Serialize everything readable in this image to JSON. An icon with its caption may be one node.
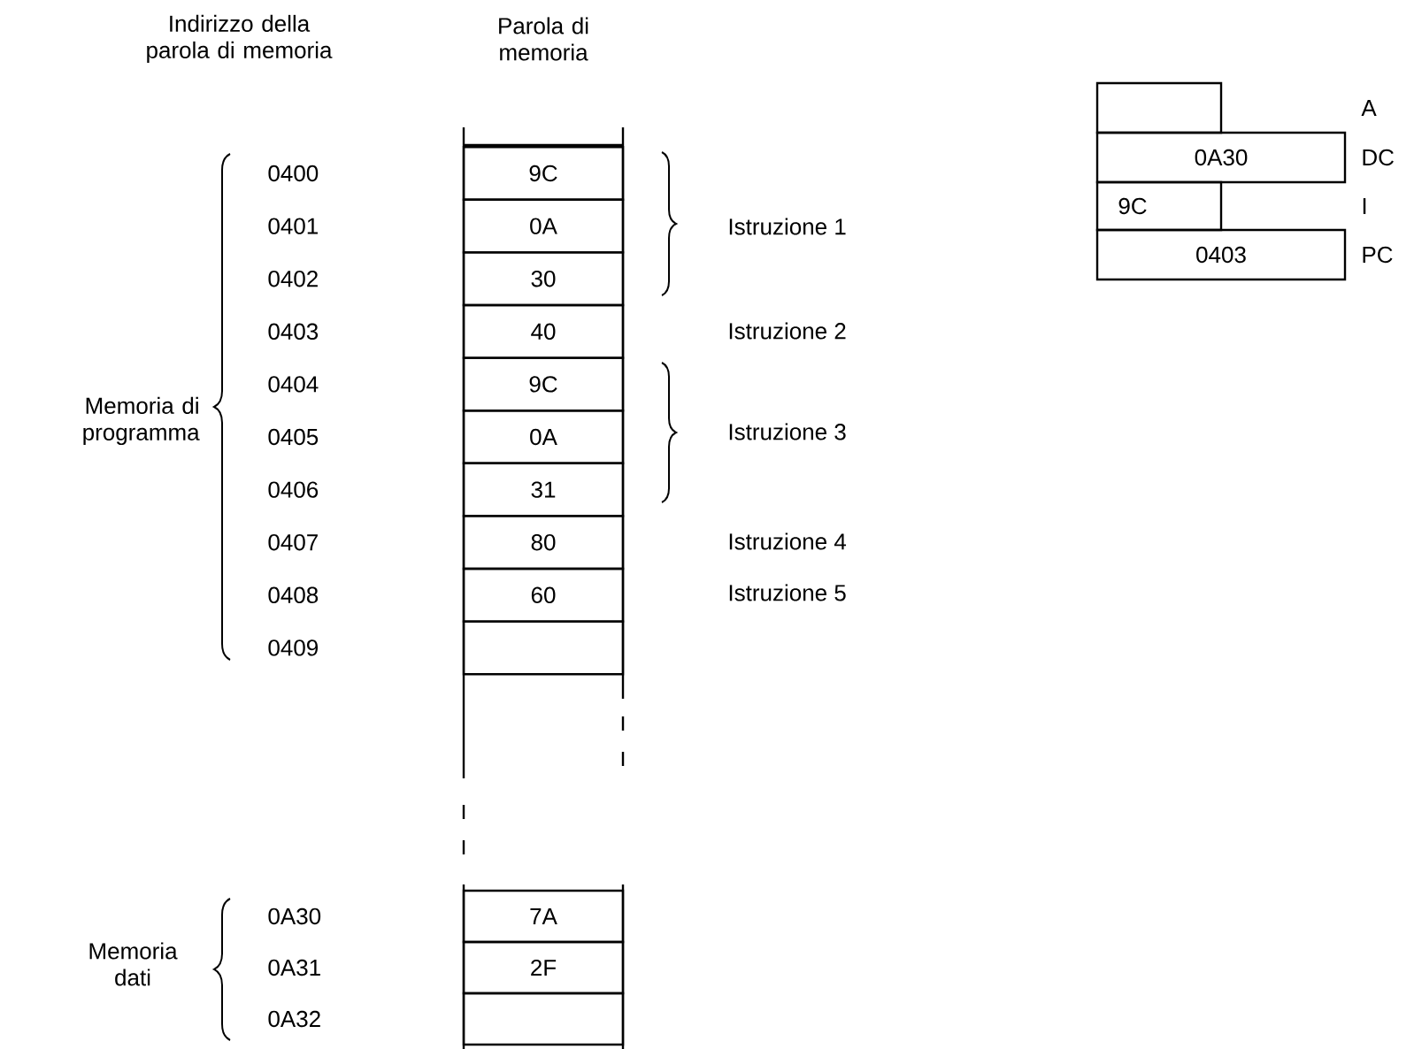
{
  "diagram": {
    "nodes": [
      {
        "text": [
          "9C"
        ]
      },
      {
        "text": [
          "0A"
        ]
      },
      {
        "text": [
          "30"
        ]
      },
      {
        "text": [
          "40"
        ]
      },
      {
        "text": [
          "9C"
        ]
      },
      {
        "text": [
          "0A"
        ]
      },
      {
        "text": [
          "31"
        ]
      },
      {
        "text": [
          "80"
        ]
      },
      {
        "text": [
          "60"
        ]
      },
      {
        "text": [],
        "shape": "box"
      },
      {
        "text": [
          "7A"
        ]
      },
      {
        "text": [
          "2F"
        ]
      },
      {
        "text": [],
        "shape": "box"
      },
      {
        "text": [],
        "shape": "box"
      },
      {
        "text": [
          "0A30"
        ]
      },
      {
        "text": [
          "9C"
        ]
      },
      {
        "text": [
          "0403"
        ]
      }
    ],
    "labels": [
      "Indirizzo della parola di memoria",
      "Parola di memoria",
      "0400",
      "0401",
      "0402",
      "0403",
      "0404",
      "0405",
      "0406",
      "0407",
      "0408",
      "0409",
      "Memoria di programma",
      "Istruzione 1",
      "Istruzione 2",
      "Istruzione 3",
      "Istruzione 4",
      "Istruzione 5",
      "Memoria dati",
      "0A30",
      "0A31",
      "0A32",
      "A",
      "DC",
      "I",
      "PC"
    ]
  }
}
